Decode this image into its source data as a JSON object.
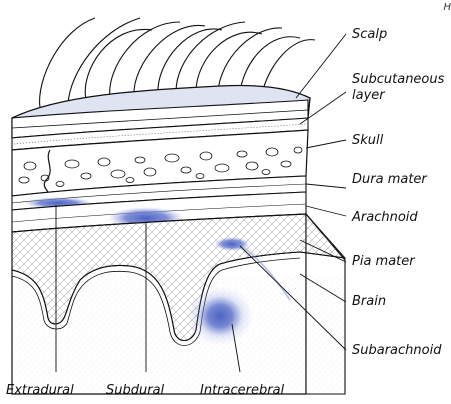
{
  "corner_mark": "H",
  "labels": {
    "scalp": "Scalp",
    "subcutaneous_1": "Subcutaneous",
    "subcutaneous_2": "layer",
    "skull": "Skull",
    "dura": "Dura mater",
    "arachnoid": "Arachnoid",
    "pia": "Pia mater",
    "brain": "Brain",
    "subarachnoid": "Subarachnoid",
    "extradural": "Extradural",
    "subdural": "Subdural",
    "intracerebral": "Intracerebral"
  },
  "colors": {
    "scalp_fill": "#dfe3f2",
    "blood": "#5a6fc8",
    "line": "#111111"
  }
}
